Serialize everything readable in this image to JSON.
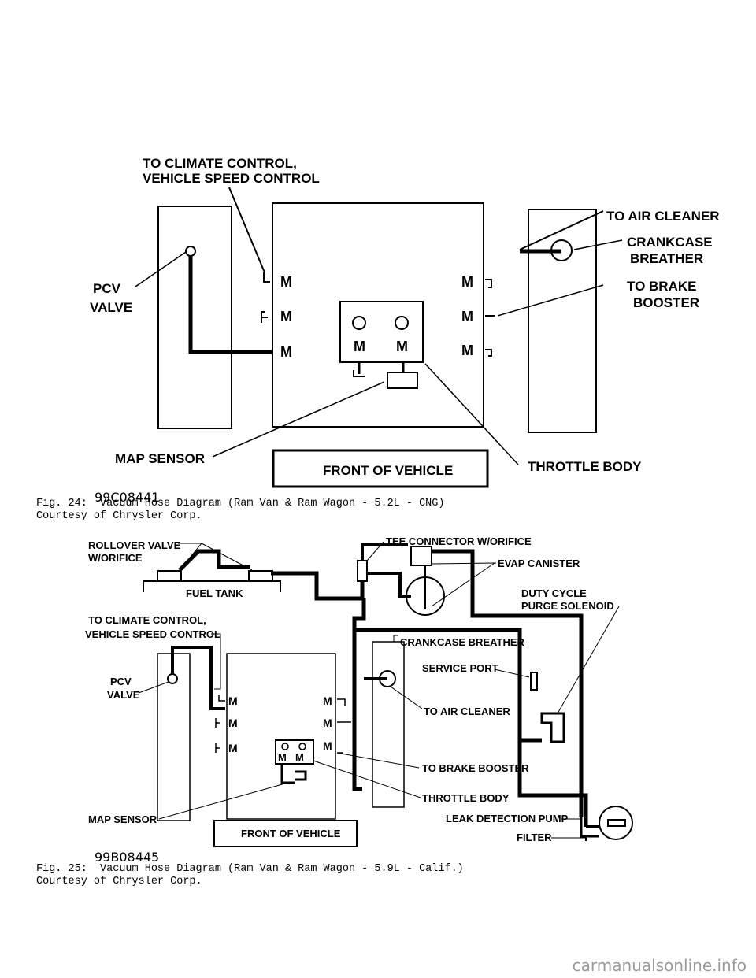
{
  "fig24": {
    "labels": {
      "to_climate_1": "TO CLIMATE CONTROL,",
      "to_climate_2": "VEHICLE SPEED CONTROL",
      "to_air_cleaner": "TO AIR CLEANER",
      "crankcase_1": "CRANKCASE",
      "crankcase_2": "BREATHER",
      "brake_1": "TO BRAKE",
      "brake_2": "BOOSTER",
      "pcv_1": "PCV",
      "pcv_2": "VALVE",
      "map_sensor": "MAP SENSOR",
      "front_of_vehicle": "FRONT OF VEHICLE",
      "throttle_body": "THROTTLE BODY",
      "port_m": "M"
    },
    "code": "99C08441",
    "caption_1": "Fig. 24:  Vacuum Hose Diagram (Ram Van & Ram Wagon - 5.2L - CNG)",
    "caption_2": "Courtesy of Chrysler Corp."
  },
  "fig25": {
    "labels": {
      "rollover_1": "ROLLOVER VALVE",
      "rollover_2": "W/ORIFICE",
      "fuel_tank": "FUEL TANK",
      "tee_connector": "TEE CONNECTOR W/ORIFICE",
      "evap_canister": "EVAP CANISTER",
      "duty_1": "DUTY CYCLE",
      "duty_2": "PURGE SOLENOID",
      "to_climate_1": "TO CLIMATE CONTROL,",
      "to_climate_2": "VEHICLE SPEED CONTROL",
      "crankcase_breather": "CRANKCASE BREATHER",
      "service_port": "SERVICE PORT",
      "pcv_1": "PCV",
      "pcv_2": "VALVE",
      "to_air_cleaner": "TO AIR CLEANER",
      "to_brake_booster": "TO BRAKE BOOSTER",
      "throttle_body": "THROTTLE BODY",
      "map_sensor": "MAP SENSOR",
      "leak_pump": "LEAK DETECTION PUMP",
      "filter": "FILTER",
      "front_of_vehicle": "FRONT OF VEHICLE",
      "port_m": "M"
    },
    "code": "99B08445",
    "caption_1": "Fig. 25:  Vacuum Hose Diagram (Ram Van & Ram Wagon - 5.9L - Calif.)",
    "caption_2": "Courtesy of Chrysler Corp."
  },
  "watermark": "carmanualsonline.info"
}
